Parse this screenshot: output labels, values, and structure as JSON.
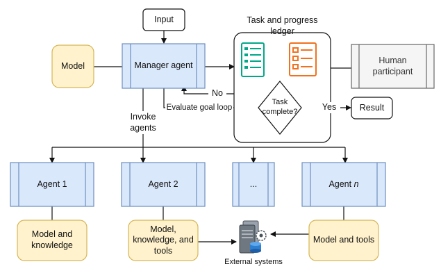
{
  "input": "Input",
  "model": "Model",
  "manager": "Manager agent",
  "ledger_title": "Task and progress ledger",
  "human": "Human\nparticipant",
  "no": "No",
  "yes": "Yes",
  "evaluate": "Evaluate goal loop",
  "task_complete": "Task\ncomplete?",
  "result": "Result",
  "invoke": "Invoke\nagents",
  "agents": [
    {
      "label": "Agent 1"
    },
    {
      "label": "Agent 2"
    },
    {
      "label": "..."
    },
    {
      "label": "Agent",
      "suffix": "n"
    }
  ],
  "resources": [
    "Model and\nknowledge",
    "Model,\nknowledge, and\ntools",
    "Model and tools"
  ],
  "external": "External systems",
  "colors": {
    "agent_fill": "#dae8fc",
    "agent_stroke": "#6c8ebf",
    "resource_fill": "#fff2cc",
    "resource_stroke": "#d6b656",
    "human_fill": "#f5f5f5",
    "human_stroke": "#666666",
    "ledger_green": "#00a88a",
    "ledger_orange": "#f2711c"
  },
  "icons": [
    "checklist-icon",
    "list-icon",
    "server-database-icon"
  ]
}
